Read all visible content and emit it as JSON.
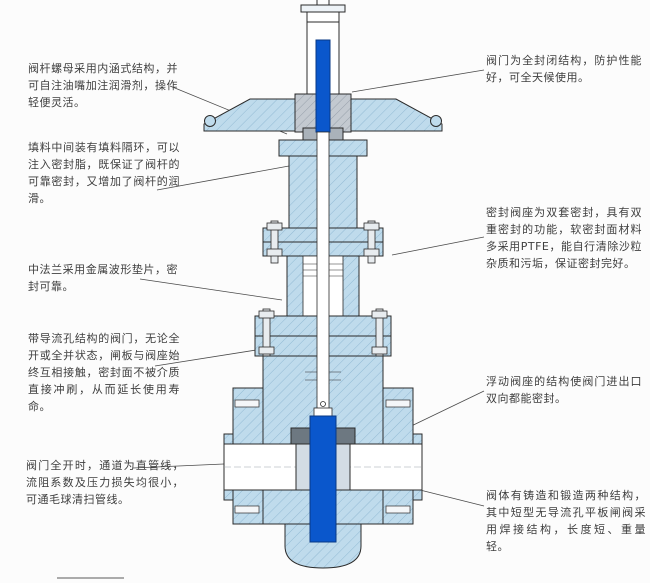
{
  "figure": {
    "annotations_left": [
      {
        "id": "stem-nut-note",
        "text": "阀杆螺母采用内涵式结构，并可自注油嘴加注润滑剂，操作轻便灵活。"
      },
      {
        "id": "packing-note",
        "text": "填料中间装有填料隔环，可以注入密封脂，既保证了阀杆的可靠密封，又增加了阀杆的润滑。"
      },
      {
        "id": "middle-flange-note",
        "text": "中法兰采用金属波形垫片，密封可靠。"
      },
      {
        "id": "conduit-note",
        "text": "带导流孔结构的阀门，无论全开或全并状态，闸板与阀座始终互相接触，密封面不被介质直接冲刷，从而延长使用寿命。"
      },
      {
        "id": "full-open-note",
        "text": "阀门全开时，通道为直管线，流阻系数及压力损失均很小，可通毛球清扫管线。"
      }
    ],
    "annotations_right": [
      {
        "id": "enclosed-note",
        "text": "阀门为全封闭结构，防护性能好，可全天候使用。"
      },
      {
        "id": "seat-seal-note",
        "text": "密封阀座为双套密封，具有双重密封的功能，软密封面材料多采用PTFE，能自行清除沙粒杂质和污垢，保证密封完好。"
      },
      {
        "id": "floating-seat-note",
        "text": "浮动阀座的结构使阀门进出口双向都能密封。"
      },
      {
        "id": "body-structure-note",
        "text": "阀体有铸造和锻造两种结构，其中短型无导流孔平板闸阀采用焊接结构，长度短、重量轻。"
      }
    ],
    "colors": {
      "section_fill": "#bfdbec",
      "hatch_line": "#92bad4",
      "gate_blue": "#0a57cc",
      "metal_gray": "#c3c9d0",
      "outline": "#2b2b2b",
      "text": "#3e3e3e",
      "background": "#fcfcfc"
    }
  }
}
